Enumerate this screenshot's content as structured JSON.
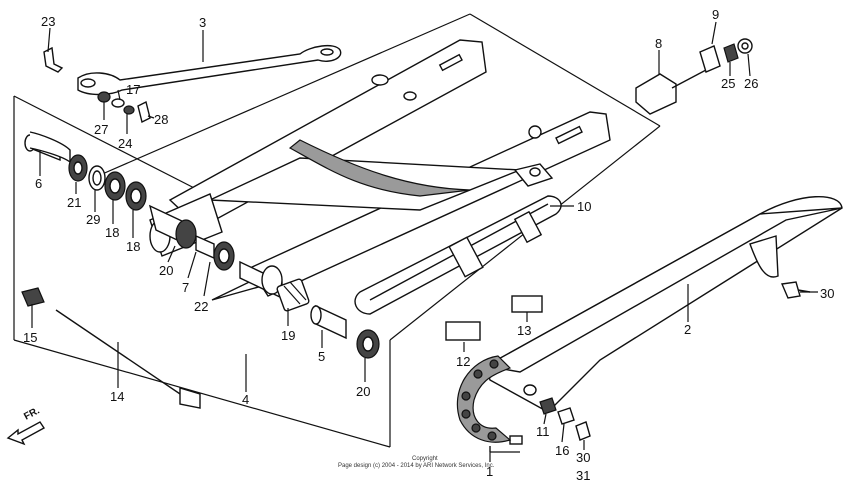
{
  "callouts": [
    {
      "id": "c23",
      "text": "23"
    },
    {
      "id": "c3",
      "text": "3"
    },
    {
      "id": "c17",
      "text": "17"
    },
    {
      "id": "c27",
      "text": "27"
    },
    {
      "id": "c24",
      "text": "24"
    },
    {
      "id": "c28",
      "text": "28"
    },
    {
      "id": "c6",
      "text": "6"
    },
    {
      "id": "c21",
      "text": "21"
    },
    {
      "id": "c29",
      "text": "29"
    },
    {
      "id": "c18a",
      "text": "18"
    },
    {
      "id": "c18b",
      "text": "18"
    },
    {
      "id": "c20a",
      "text": "20"
    },
    {
      "id": "c7",
      "text": "7"
    },
    {
      "id": "c22",
      "text": "22"
    },
    {
      "id": "c19",
      "text": "19"
    },
    {
      "id": "c5",
      "text": "5"
    },
    {
      "id": "c20b",
      "text": "20"
    },
    {
      "id": "c15",
      "text": "15"
    },
    {
      "id": "c14",
      "text": "14"
    },
    {
      "id": "c4",
      "text": "4"
    },
    {
      "id": "c9",
      "text": "9"
    },
    {
      "id": "c8",
      "text": "8"
    },
    {
      "id": "c25",
      "text": "25"
    },
    {
      "id": "c26",
      "text": "26"
    },
    {
      "id": "c10",
      "text": "10"
    },
    {
      "id": "c30a",
      "text": "30"
    },
    {
      "id": "c2",
      "text": "2"
    },
    {
      "id": "c13",
      "text": "13"
    },
    {
      "id": "c12",
      "text": "12"
    },
    {
      "id": "c11",
      "text": "11"
    },
    {
      "id": "c16",
      "text": "16"
    },
    {
      "id": "c30b",
      "text": "30"
    },
    {
      "id": "c31",
      "text": "31"
    },
    {
      "id": "c1",
      "text": "1"
    }
  ],
  "direction_label": "FR.",
  "copyright": {
    "line1": "Copyright",
    "line2": "Page design (c) 2004 - 2014 by ARI Network Services, Inc."
  }
}
